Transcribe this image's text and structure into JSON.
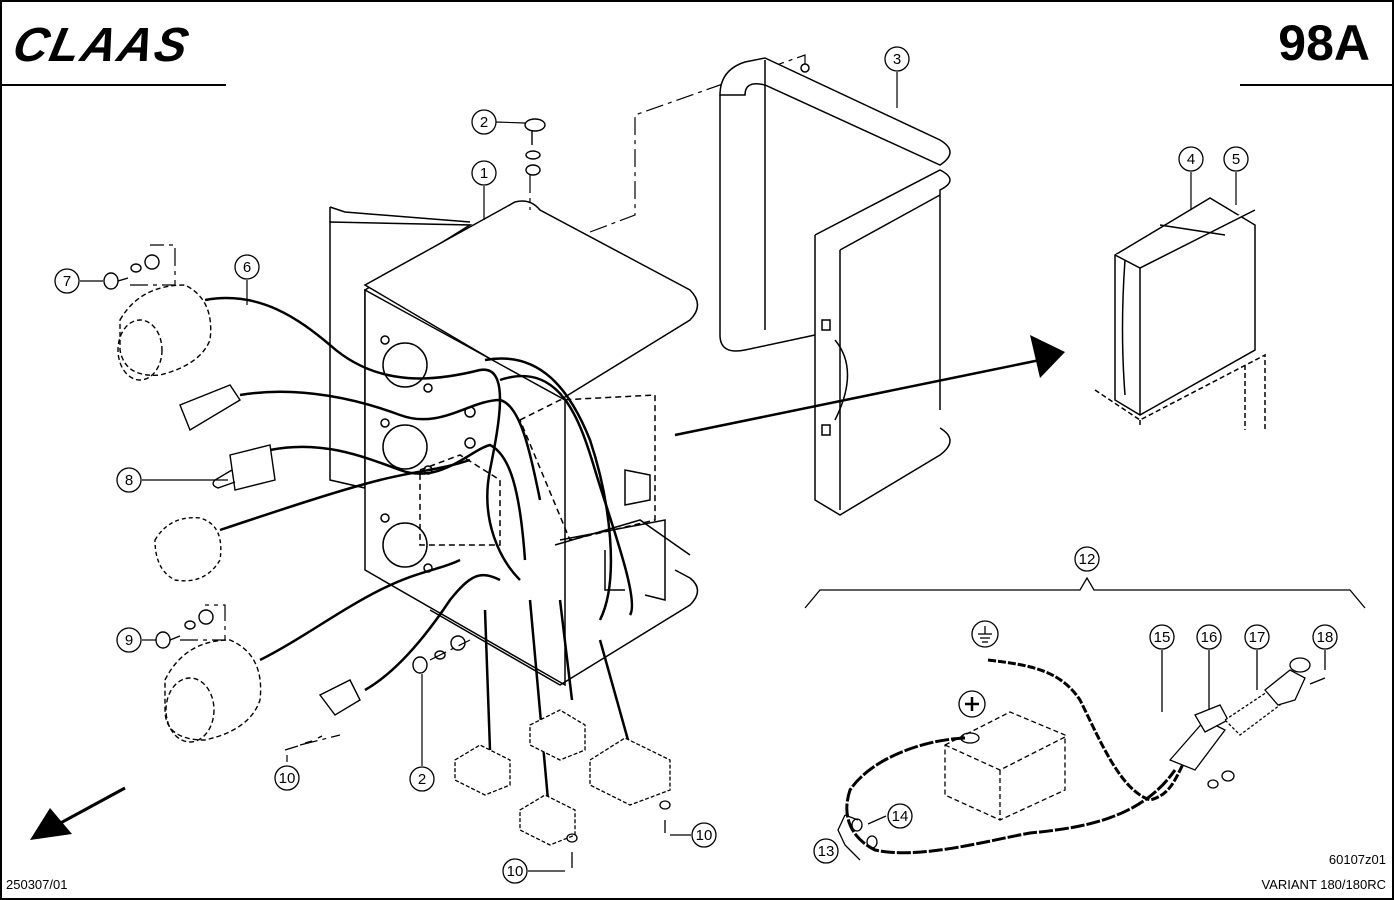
{
  "header": {
    "brand": "CLAAS",
    "page_number": "98A"
  },
  "footer": {
    "left_code": "250307/01",
    "drawing_id": "60107z01",
    "variant": "VARIANT 180/180RC"
  },
  "callouts": [
    "1",
    "2",
    "3",
    "4",
    "5",
    "6",
    "7",
    "8",
    "9",
    "10",
    "12",
    "13",
    "14",
    "15",
    "16",
    "17",
    "18"
  ],
  "symbols": {
    "ground": "ground-symbol",
    "battery_plus": "+"
  },
  "colors": {
    "line": "#000000",
    "background": "#ffffff"
  }
}
